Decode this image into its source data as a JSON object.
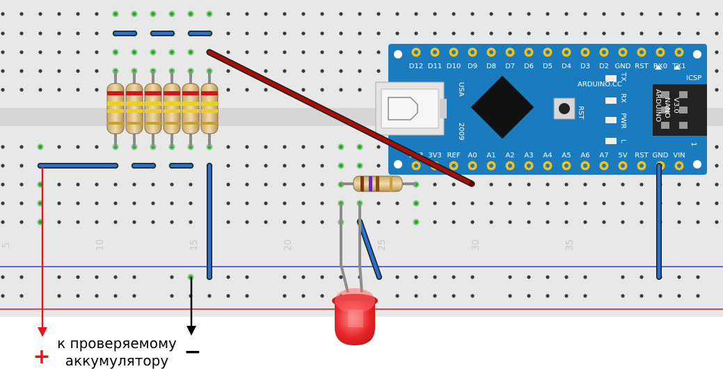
{
  "breadboard": {
    "column_numbers": [
      "5",
      "10",
      "15",
      "20",
      "25",
      "30",
      "35"
    ]
  },
  "arduino": {
    "top_pins": [
      "D12",
      "D11",
      "D10",
      "D9",
      "D8",
      "D7",
      "D6",
      "D5",
      "D4",
      "D3",
      "D2",
      "GND",
      "RST",
      "RX0",
      "TX1"
    ],
    "bottom_pins": [
      "D13",
      "3V3",
      "REF",
      "A0",
      "A1",
      "A2",
      "A3",
      "A4",
      "A5",
      "A6",
      "A7",
      "5V",
      "RST",
      "GND",
      "VIN"
    ],
    "led_labels": [
      "TX",
      "RX",
      "PWR",
      "L"
    ],
    "brand": "ARDUINO.CC",
    "name_lines": [
      "ARDUINO",
      "NANO",
      "V3.0"
    ],
    "usa": "USA",
    "year": "2009",
    "rst_label": "RST",
    "icsp_label": "ICSP",
    "header_one": "1"
  },
  "annotation": {
    "plus": "+",
    "minus": "−",
    "line1": "к проверяемому",
    "line2": "аккумулятору"
  },
  "colors": {
    "wire_blue": "#2a6fc9",
    "wire_red_arrow": "#e8141a",
    "wire_dark_red": "#a0110c",
    "board_blue": "#1b7bbf",
    "led_red": "#e8262a",
    "rail_blue": "#1f44c8",
    "rail_red": "#d71515"
  }
}
